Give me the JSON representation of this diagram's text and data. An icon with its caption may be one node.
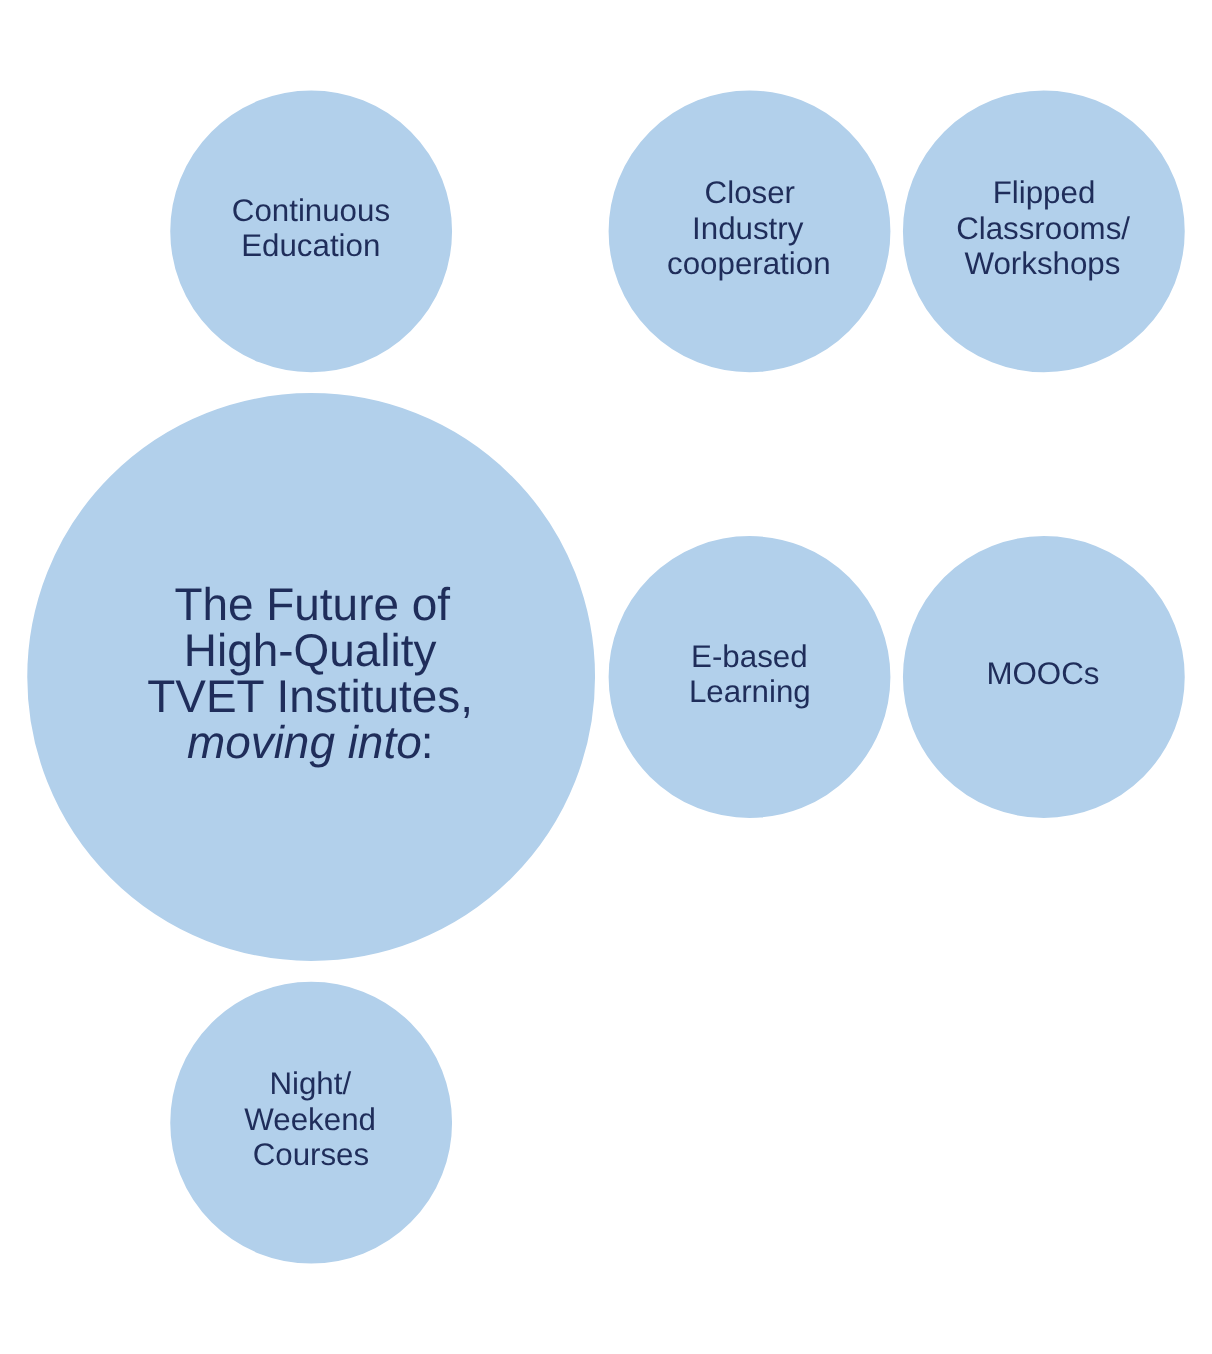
{
  "diagram": {
    "nodes": [
      {
        "text": [
          "The Future of High-Quality TVET Institutes,",
          "*moving into*:"
        ]
      },
      {
        "text": [
          "Continuous Education"
        ]
      },
      {
        "text": [
          "Flipped Classrooms/ Workshops"
        ]
      },
      {
        "text": [
          "Closer Industry cooperation"
        ]
      },
      {
        "text": [
          "MOOCs"
        ]
      },
      {
        "text": [
          "E-based Learning"
        ]
      },
      {
        "text": [
          "Night/ Weekend Courses"
        ]
      }
    ],
    "edges": []
  }
}
